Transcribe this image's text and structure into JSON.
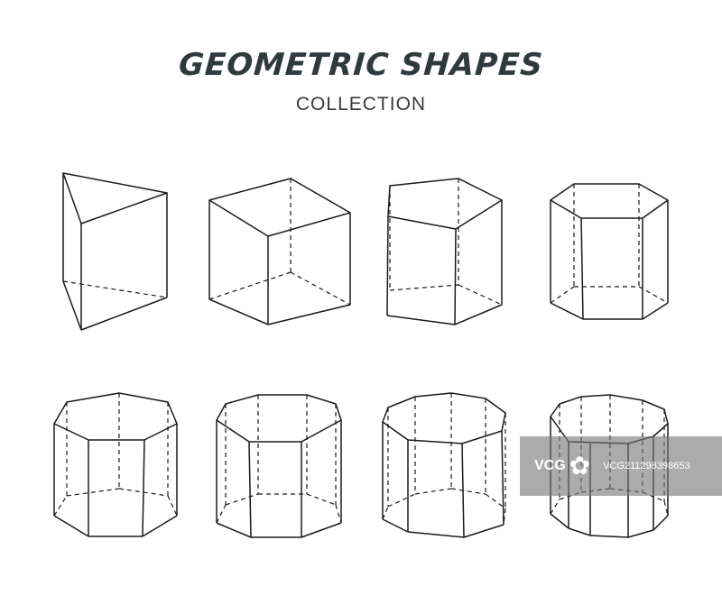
{
  "heading": {
    "title": "GEOMETRIC SHAPES",
    "subtitle": "COLLECTION"
  },
  "shapes": [
    {
      "name": "triangular-prism"
    },
    {
      "name": "cube"
    },
    {
      "name": "pentagonal-prism"
    },
    {
      "name": "hexagonal-prism"
    },
    {
      "name": "heptagonal-prism"
    },
    {
      "name": "octagonal-prism"
    },
    {
      "name": "nonagonal-prism"
    },
    {
      "name": "decagonal-prism"
    }
  ],
  "watermark": {
    "logo": "VCG",
    "id": "VCG211298398653"
  },
  "colors": {
    "line": "#1a1a1a",
    "title": "#2e3a3c",
    "background": "#ffffff"
  }
}
